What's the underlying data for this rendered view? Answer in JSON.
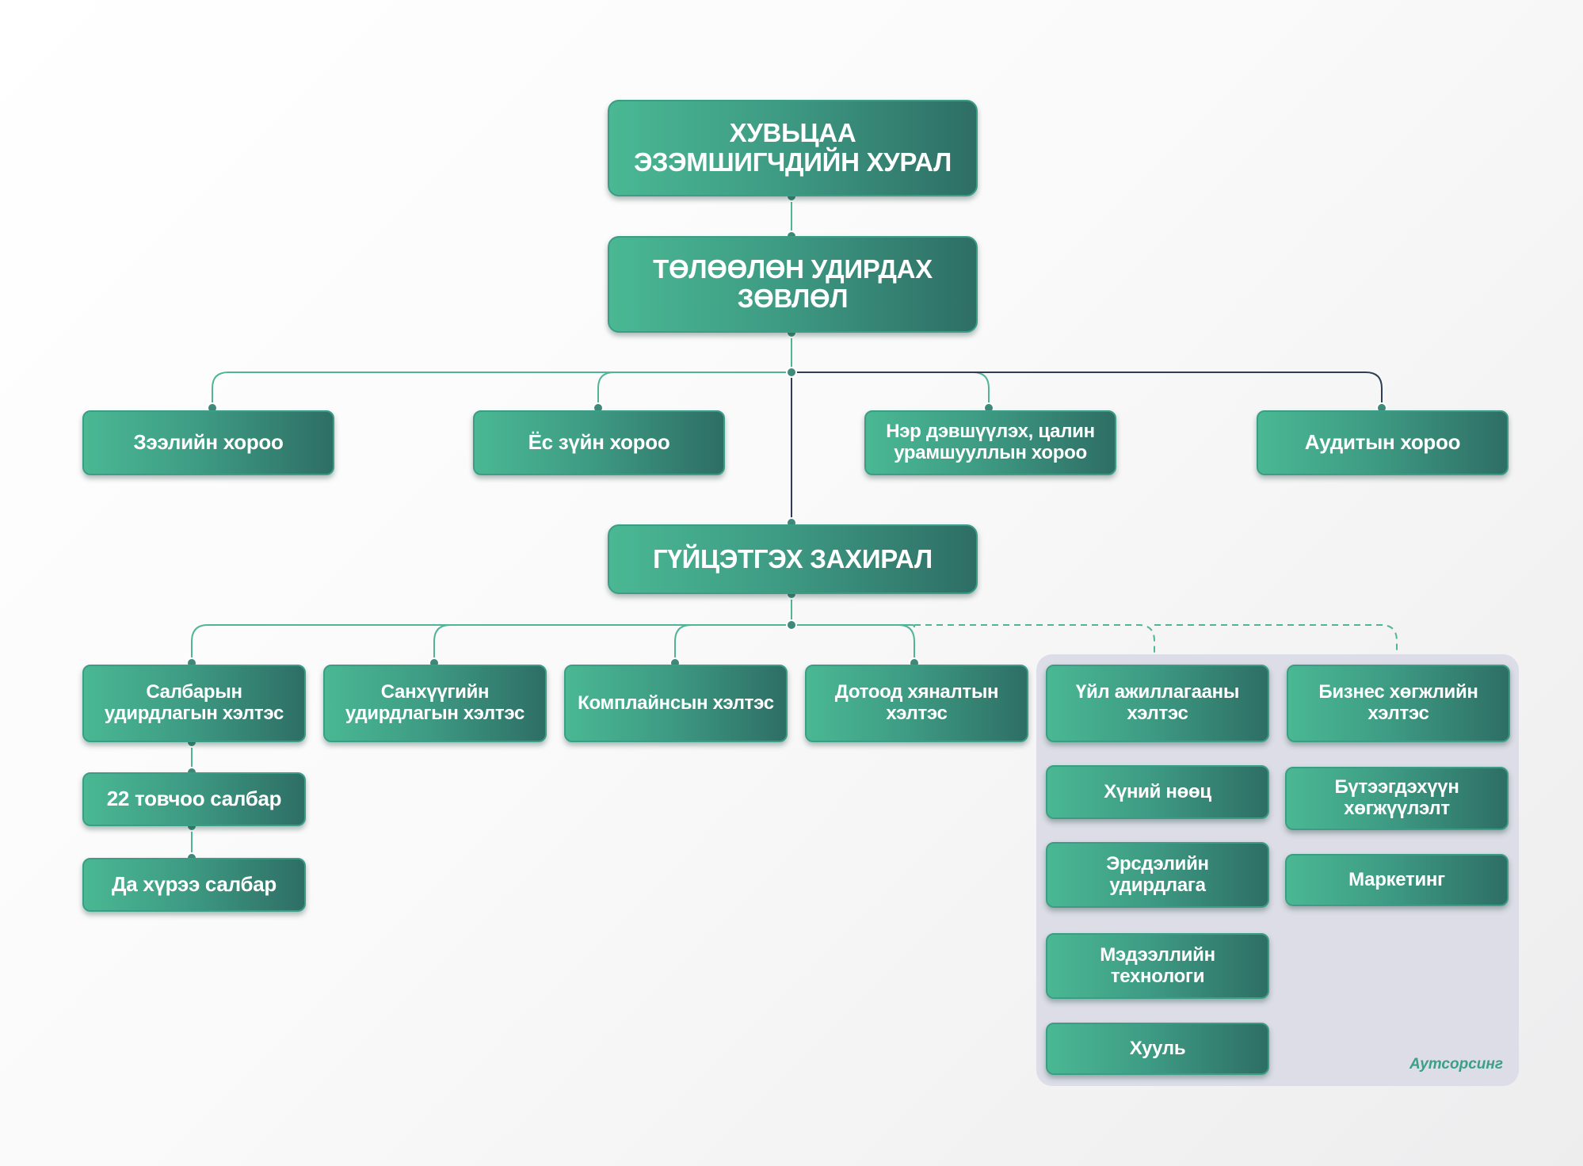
{
  "board": {
    "shareholders": "ХУВЬЦАА ЭЗЭМШИГЧДИЙН ХУРАЛ",
    "board_of_directors": "ТӨЛӨӨЛӨН УДИРДАХ ЗӨВЛӨЛ",
    "ceo": "ГҮЙЦЭТГЭХ ЗАХИРАЛ"
  },
  "committees": [
    "Зээлийн хороо",
    "Ёс зүйн хороо",
    "Нэр дэвшүүлэх, цалин урамшууллын хороо",
    "Аудитын хороо"
  ],
  "branch_management": {
    "name": "Салбарын удирдлагын хэлтэс",
    "children": [
      "22 товчоо салбар",
      "Да хүрээ салбар"
    ]
  },
  "departments": [
    "Санхүүгийн удирдлагын хэлтэс",
    "Комплайнсын хэлтэс",
    "Дотоод хяналтын хэлтэс"
  ],
  "operations": {
    "name": "Үйл ажиллагааны хэлтэс",
    "children": [
      "Хүний нөөц",
      "Эрсдэлийн удирдлага",
      "Мэдээллийн технологи",
      "Хууль"
    ]
  },
  "business_development": {
    "name": "Бизнес хөгжлийн хэлтэс",
    "children": [
      "Бүтээгдэхүүн хөгжүүлэлт",
      "Маркетинг"
    ]
  },
  "outsourcing_label": "Аутсорсинг",
  "colors": {
    "node_light": "#4ab893",
    "node_dark": "#2e6e65",
    "line": "#4fb596",
    "line_dark": "#2f3d57",
    "panel": "#dcdde6"
  }
}
